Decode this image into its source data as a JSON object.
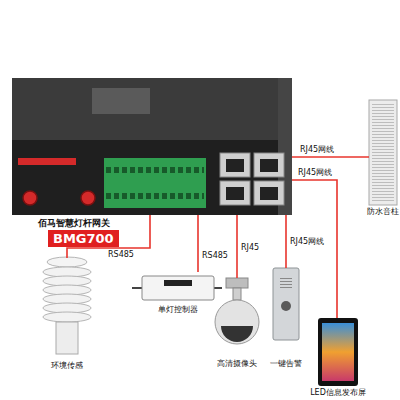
{
  "diagram": {
    "nodes": [
      {
        "text": [
          "佰马智慧灯杆网关",
          "BMG700"
        ]
      },
      {
        "text": [
          "防水音柱"
        ]
      },
      {
        "text": [
          "LED信息发布屏"
        ]
      },
      {
        "text": [
          "一键告警"
        ]
      },
      {
        "text": [
          "高清摄像头"
        ]
      },
      {
        "text": [
          "单灯控制器"
        ]
      },
      {
        "text": [
          "环境传感"
        ]
      }
    ],
    "edges": [
      {
        "from": 0,
        "to": 6,
        "label": "RS485",
        "arrow": "none"
      },
      {
        "from": 0,
        "to": 5,
        "label": "RS485",
        "arrow": "none"
      },
      {
        "from": 0,
        "to": 4,
        "label": "RJ45",
        "arrow": "none"
      },
      {
        "from": 0,
        "to": 3,
        "label": "RJ45网线",
        "arrow": "none"
      },
      {
        "from": 0,
        "to": 2,
        "label": "RJ45网线",
        "arrow": "none"
      },
      {
        "from": 0,
        "to": 1,
        "label": "RJ45网线",
        "arrow": "none"
      }
    ]
  }
}
